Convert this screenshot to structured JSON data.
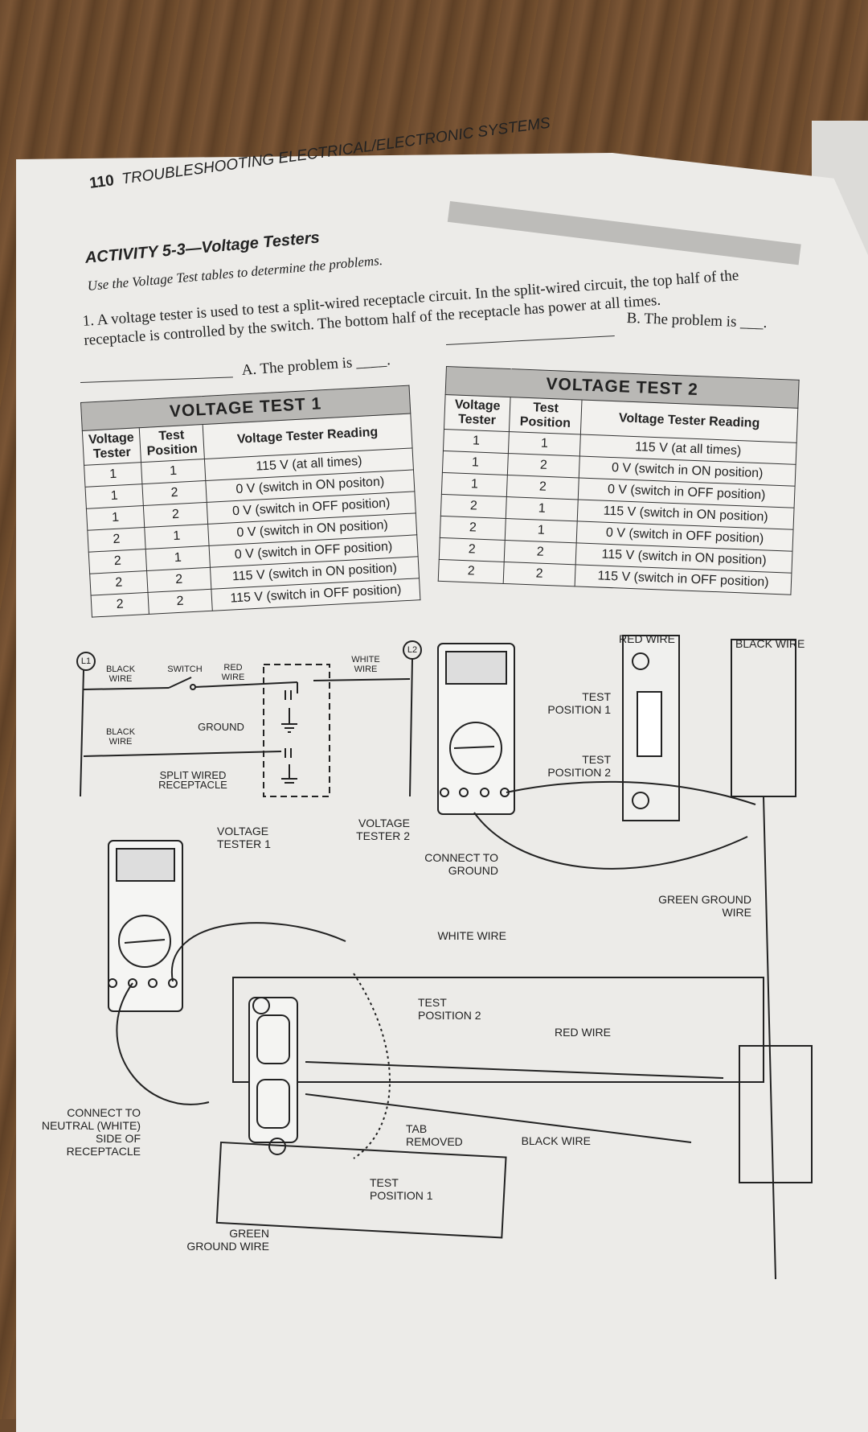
{
  "header": {
    "page_number": "110",
    "running_title": "TROUBLESHOOTING ELECTRICAL/ELECTRONIC SYSTEMS"
  },
  "activity": {
    "title": "ACTIVITY 5-3—Voltage Testers",
    "instructions": "Use the Voltage Test tables to determine the problems.",
    "question_1": "1. A voltage tester is used to test a split-wired receptacle circuit. In the split-wired circuit, the top half of the receptacle is controlled by the switch. The bottom half of the receptacle has power at all times.",
    "answer_a": "A. The problem is ____.",
    "answer_b": "B. The problem is ___."
  },
  "table1": {
    "title": "VOLTAGE TEST 1",
    "headers": [
      "Voltage Tester",
      "Test Position",
      "Voltage Tester Reading"
    ],
    "rows": [
      [
        "1",
        "1",
        "115 V (at all times)"
      ],
      [
        "1",
        "2",
        "0 V (switch in ON positon)"
      ],
      [
        "1",
        "2",
        "0 V (switch in OFF position)"
      ],
      [
        "2",
        "1",
        "0 V (switch in ON position)"
      ],
      [
        "2",
        "1",
        "0 V (switch in OFF position)"
      ],
      [
        "2",
        "2",
        "115 V (switch in ON position)"
      ],
      [
        "2",
        "2",
        "115 V (switch in OFF position)"
      ]
    ]
  },
  "table2": {
    "title": "VOLTAGE TEST 2",
    "headers": [
      "Voltage Tester",
      "Test Position",
      "Voltage Tester Reading"
    ],
    "rows": [
      [
        "1",
        "1",
        "115 V (at all times)"
      ],
      [
        "1",
        "2",
        "0 V (switch in ON position)"
      ],
      [
        "1",
        "2",
        "0 V (switch in OFF position)"
      ],
      [
        "2",
        "1",
        "115 V (switch in ON position)"
      ],
      [
        "2",
        "1",
        "0 V (switch in OFF position)"
      ],
      [
        "2",
        "2",
        "115 V (switch in ON position)"
      ],
      [
        "2",
        "2",
        "115 V (switch in OFF position)"
      ]
    ]
  },
  "schematic": {
    "l1": "L1",
    "l2": "L2",
    "black_wire_top": "BLACK WIRE",
    "switch": "SWITCH",
    "red_wire": "RED WIRE",
    "white_wire": "WHITE WIRE",
    "ground": "GROUND",
    "black_wire_bottom": "BLACK WIRE",
    "split_wired": "SPLIT WIRED RECEPTACLE"
  },
  "diagram": {
    "voltage_tester_1": "VOLTAGE TESTER 1",
    "voltage_tester_2": "VOLTAGE TESTER 2",
    "connect_ground": "CONNECT TO GROUND",
    "red_wire_top": "RED WIRE",
    "black_wire_top": "BLACK WIRE",
    "test_position_1_switch": "TEST POSITION 1",
    "test_position_2_switch": "TEST POSITION 2",
    "green_ground_right": "GREEN GROUND WIRE",
    "white_wire": "WHITE WIRE",
    "test_position_2_rec": "TEST POSITION 2",
    "red_wire_mid": "RED WIRE",
    "connect_neutral": "CONNECT TO NEUTRAL (WHITE) SIDE OF RECEPTACLE",
    "tab_removed": "TAB REMOVED",
    "black_wire_mid": "BLACK WIRE",
    "test_position_1_rec": "TEST POSITION 1",
    "green_ground_bottom": "GREEN GROUND WIRE"
  }
}
